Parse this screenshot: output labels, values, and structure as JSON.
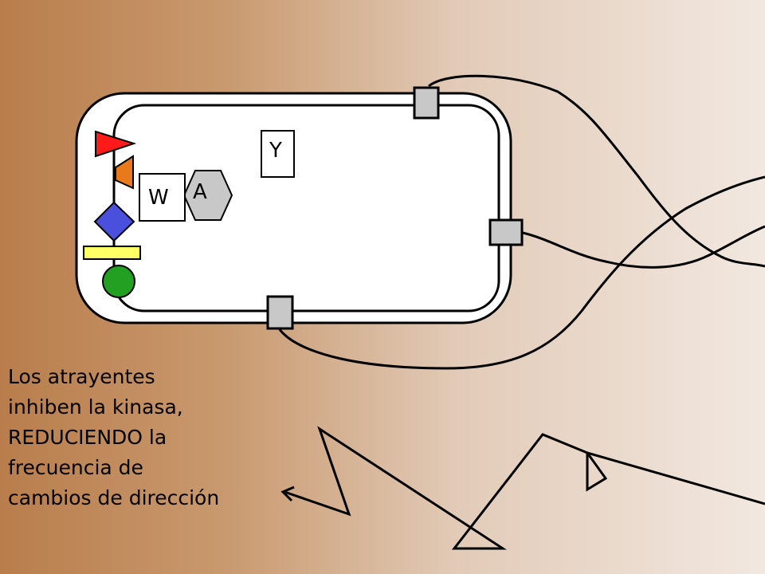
{
  "cell": {
    "labels": {
      "w": "W",
      "a": "A",
      "y": "Y"
    }
  },
  "caption": {
    "lines": [
      "Los atrayentes",
      "inhiben la kinasa,",
      "REDUCIENDO la",
      "frecuencia de",
      "cambios de dirección"
    ]
  },
  "colors": {
    "flag": "#ff1a1a",
    "trapezoid": "#e87a1a",
    "diamond": "#4a50dc",
    "bar": "#ffff66",
    "circle": "#22a022",
    "hexagon": "#c8c8c8",
    "motor": "#c8c8c8"
  }
}
